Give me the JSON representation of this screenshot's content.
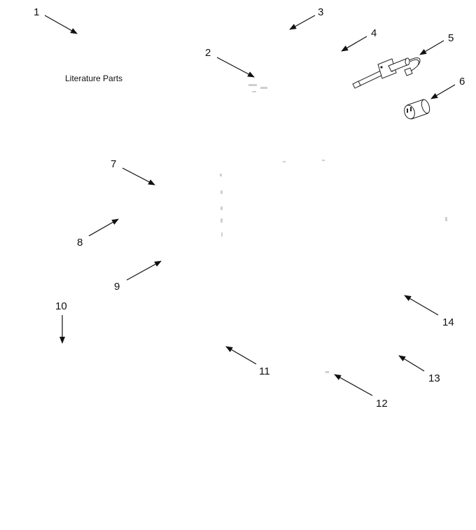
{
  "diagram": {
    "literature_label": "Literature Parts",
    "callouts": [
      {
        "id": "1",
        "label": "1"
      },
      {
        "id": "2",
        "label": "2"
      },
      {
        "id": "3",
        "label": "3"
      },
      {
        "id": "4",
        "label": "4"
      },
      {
        "id": "5",
        "label": "5"
      },
      {
        "id": "6",
        "label": "6"
      },
      {
        "id": "7",
        "label": "7"
      },
      {
        "id": "8",
        "label": "8"
      },
      {
        "id": "9",
        "label": "9"
      },
      {
        "id": "10",
        "label": "10"
      },
      {
        "id": "11",
        "label": "11"
      },
      {
        "id": "12",
        "label": "12"
      },
      {
        "id": "13",
        "label": "13"
      },
      {
        "id": "14",
        "label": "14"
      }
    ]
  }
}
